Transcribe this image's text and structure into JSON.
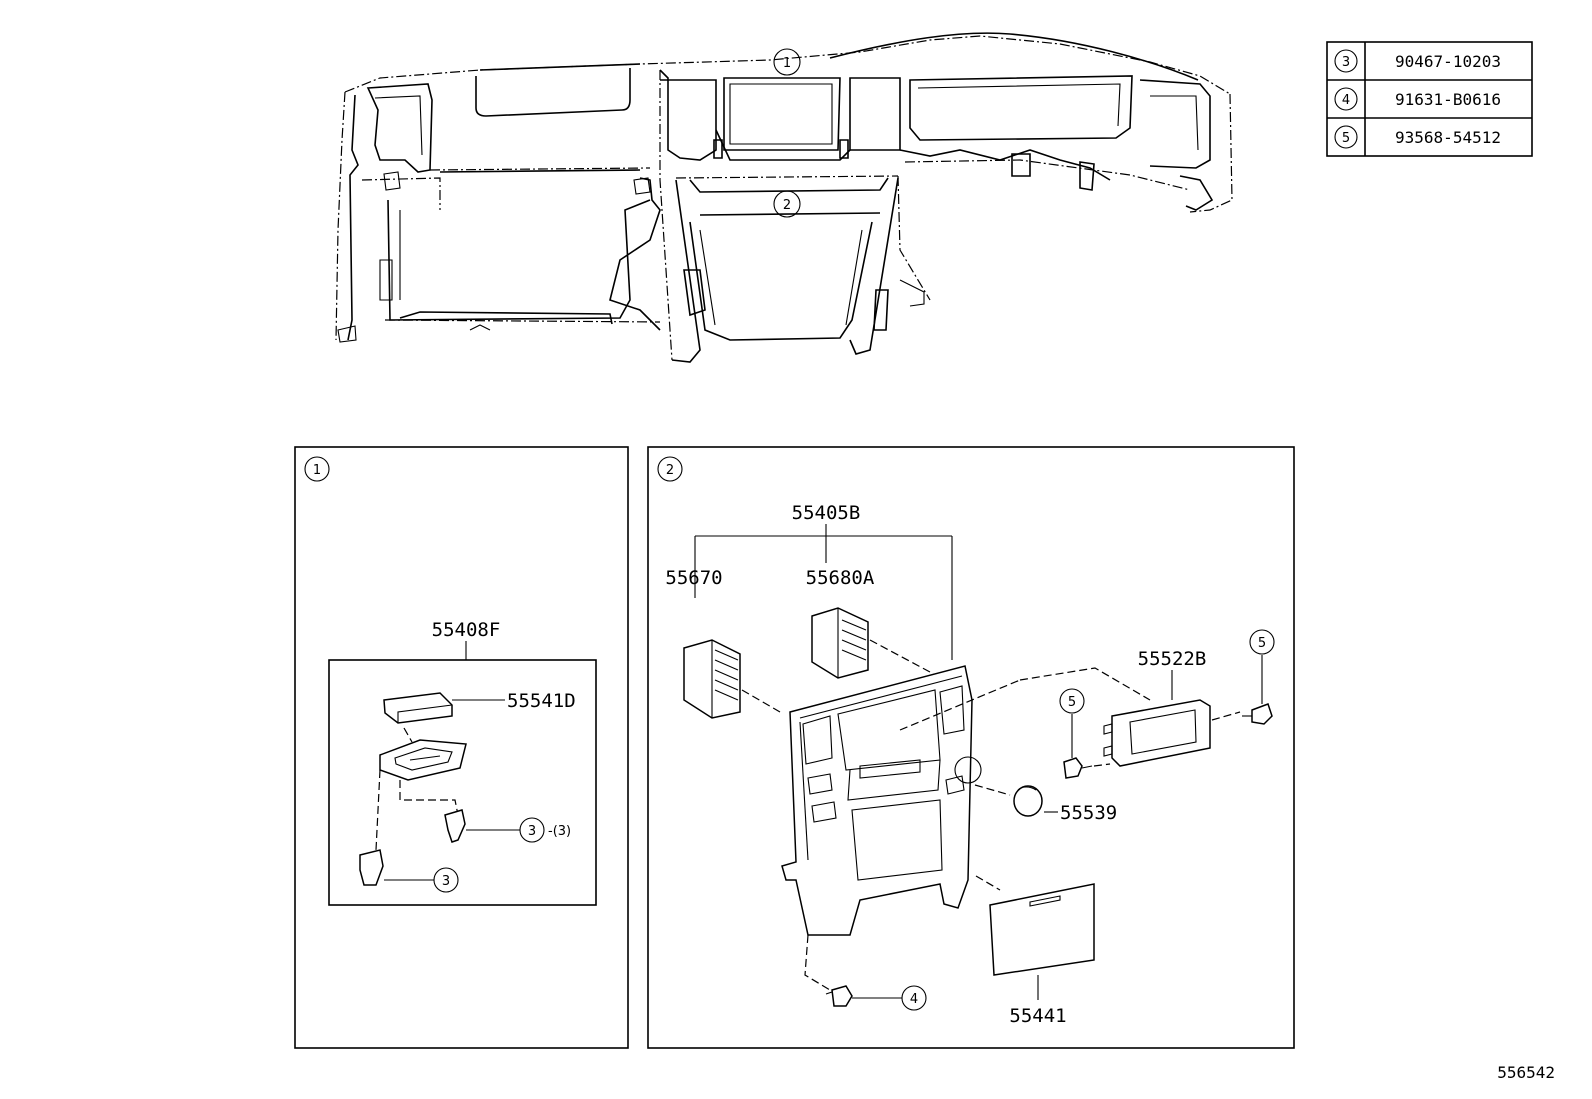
{
  "part_table": [
    {
      "ref": "3",
      "part_no": "90467-10203"
    },
    {
      "ref": "4",
      "part_no": "91631-B0616"
    },
    {
      "ref": "5",
      "part_no": "93568-54512"
    }
  ],
  "callouts": {
    "top_1": "1",
    "top_2": "2",
    "panel1": "1",
    "panel2": "2",
    "p1_clip_a": "3",
    "p1_clip_b": "3",
    "p2_bolt": "4",
    "p2_screw_a": "5",
    "p2_screw_b": "5"
  },
  "panel1": {
    "assembly": "55408F",
    "lid": "55541D",
    "qty_note": "-(3)"
  },
  "panel2": {
    "assembly": "55405B",
    "vent_left": "55670",
    "vent_center": "55680A",
    "clock": "55522B",
    "knob": "55539",
    "cover": "55441"
  },
  "figure_id": "556542"
}
